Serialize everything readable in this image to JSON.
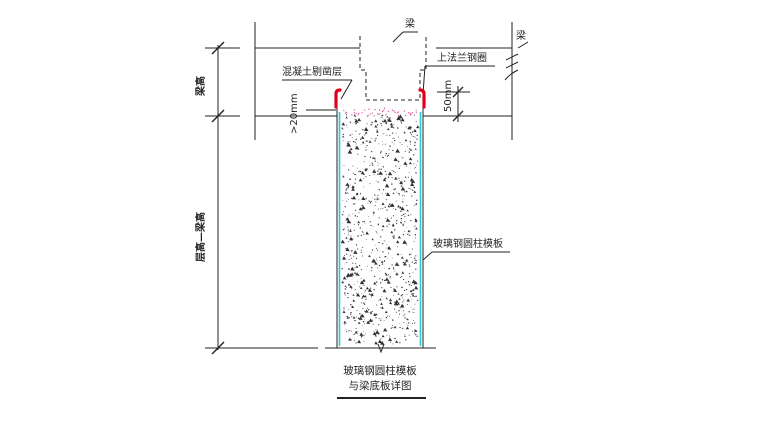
{
  "labels": {
    "beam_top": "梁",
    "beam_right": "梁",
    "concrete_chisel": "混凝土剔凿层",
    "upper_flange": "上法兰钢圈",
    "frp_column_form": "玻璃钢圆柱模板",
    "dim_beam_height": "梁高",
    "dim_floor_minus_beam": "层高—梁高",
    "dim_20mm": ">20mm",
    "dim_50mm": "50mm"
  },
  "caption": {
    "line1": "玻璃钢圆柱模板",
    "line2": "与梁底板详图"
  },
  "colors": {
    "line": "#222222",
    "flange": "#e0001b",
    "column_edge": "#2bc7d9",
    "speckle_pink": "#d63c8a",
    "concrete_dot": "#333333"
  }
}
